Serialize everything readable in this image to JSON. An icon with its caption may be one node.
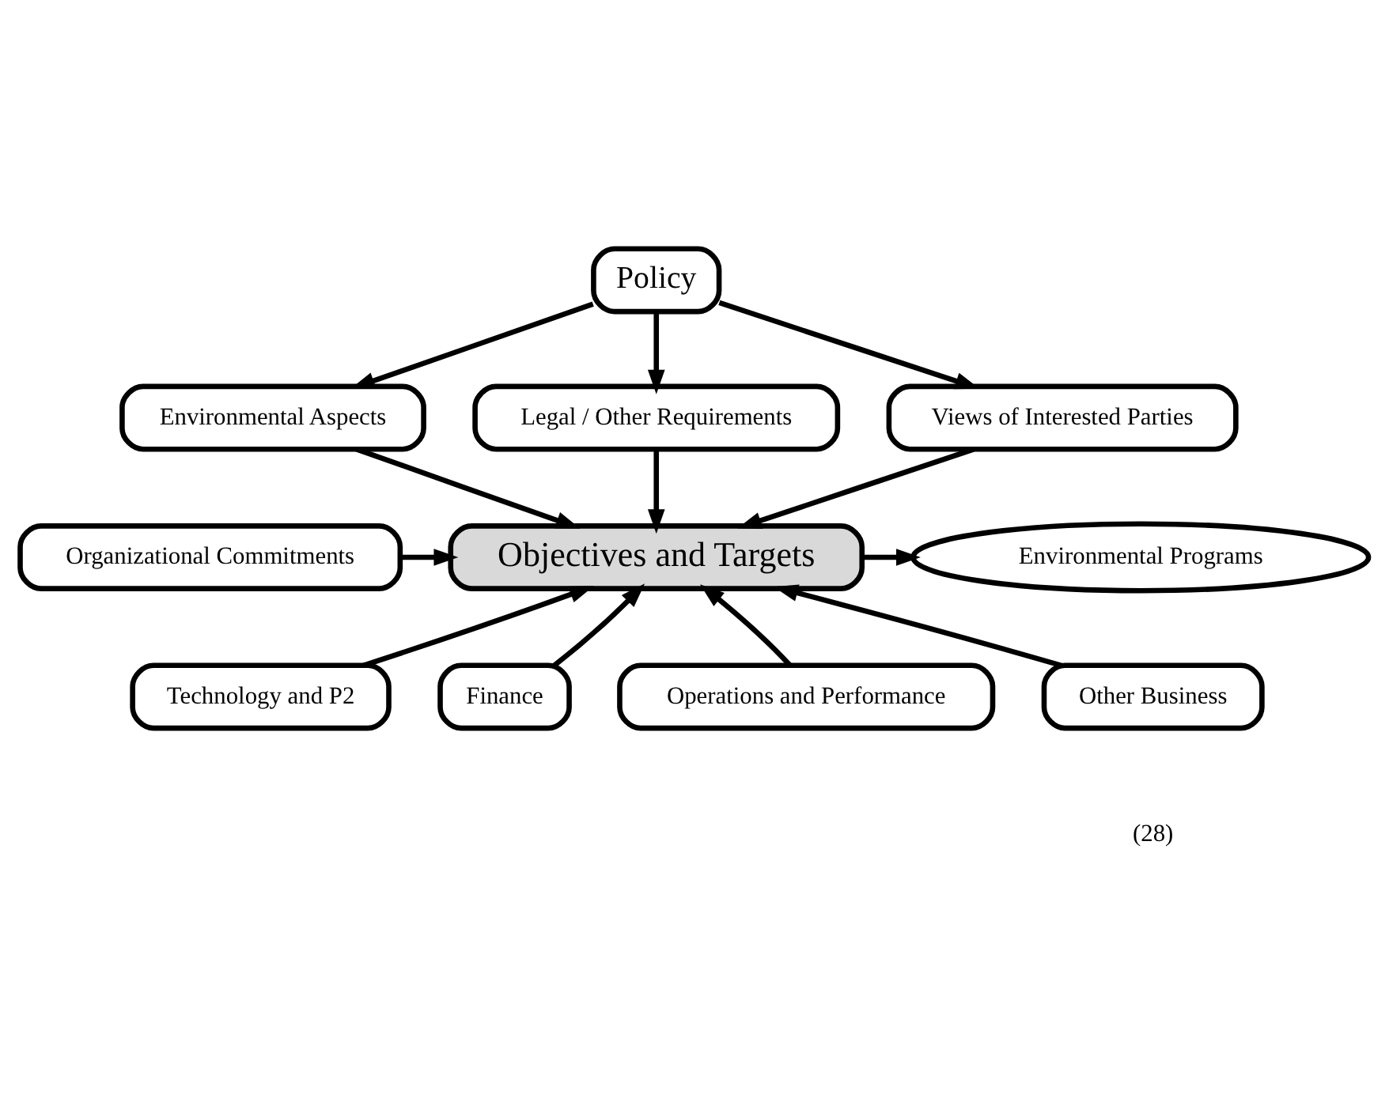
{
  "diagram": {
    "nodes": [
      {
        "text": [
          "Policy"
        ]
      },
      {
        "text": [
          "Environmental Aspects"
        ]
      },
      {
        "text": [
          "Legal / Other Requirements"
        ]
      },
      {
        "text": [
          "Views of Interested Parties"
        ]
      },
      {
        "text": [
          "Organizational Commitments"
        ]
      },
      {
        "text": [
          "Objectives and Targets"
        ]
      },
      {
        "text": [
          "Environmental Programs"
        ]
      },
      {
        "text": [
          "Technology and P2"
        ]
      },
      {
        "text": [
          "Finance"
        ]
      },
      {
        "text": [
          "Operations and Performance"
        ]
      },
      {
        "text": [
          "Other Business"
        ]
      }
    ],
    "edges": [
      {
        "from": 0,
        "to": 1,
        "arrow": "to"
      },
      {
        "from": 0,
        "to": 2,
        "arrow": "to"
      },
      {
        "from": 0,
        "to": 3,
        "arrow": "to"
      },
      {
        "from": 1,
        "to": 5,
        "arrow": "to"
      },
      {
        "from": 2,
        "to": 5,
        "arrow": "to"
      },
      {
        "from": 3,
        "to": 5,
        "arrow": "to"
      },
      {
        "from": 4,
        "to": 5,
        "arrow": "to"
      },
      {
        "from": 5,
        "to": 6,
        "arrow": "to"
      },
      {
        "from": 7,
        "to": 5,
        "arrow": "to"
      },
      {
        "from": 8,
        "to": 5,
        "arrow": "to"
      },
      {
        "from": 9,
        "to": 5,
        "arrow": "to"
      },
      {
        "from": 10,
        "to": 5,
        "arrow": "to"
      }
    ],
    "labels": [
      "(28)"
    ]
  }
}
